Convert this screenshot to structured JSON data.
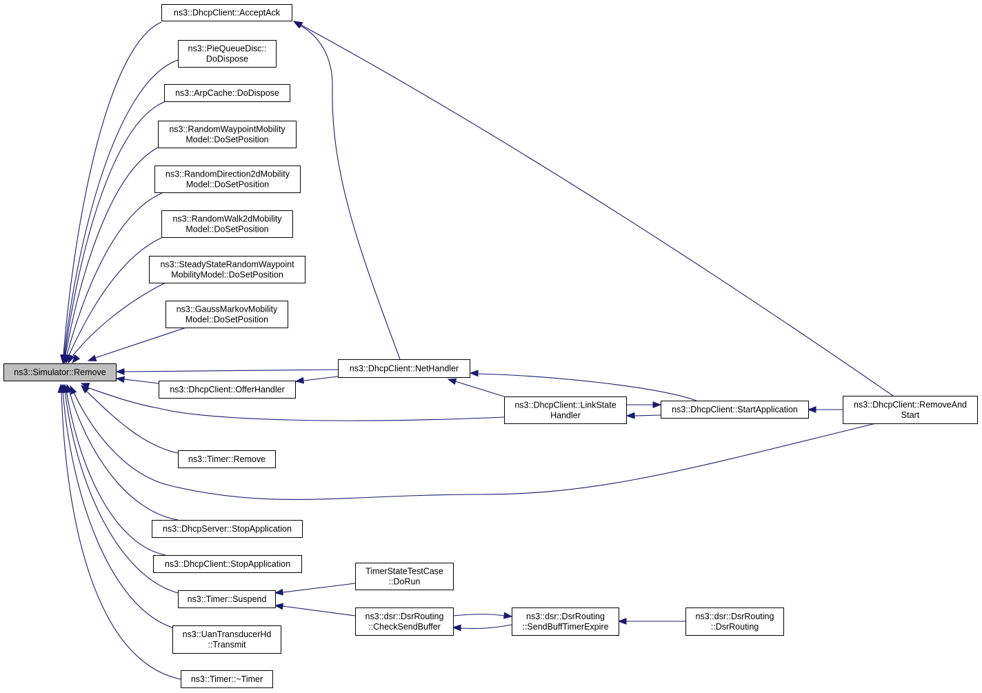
{
  "graph": {
    "nodes": {
      "root": [
        "ns3::Simulator::Remove"
      ],
      "accept_ack": [
        "ns3::DhcpClient::AcceptAck"
      ],
      "pie_dispose": [
        "ns3::PieQueueDisc::",
        "DoDispose"
      ],
      "arp_dispose": [
        "ns3::ArpCache::DoDispose"
      ],
      "rwp_setpos": [
        "ns3::RandomWaypointMobility",
        "Model::DoSetPosition"
      ],
      "rd2d_setpos": [
        "ns3::RandomDirection2dMobility",
        "Model::DoSetPosition"
      ],
      "rw2d_setpos": [
        "ns3::RandomWalk2dMobility",
        "Model::DoSetPosition"
      ],
      "ssrwp_setpos": [
        "ns3::SteadyStateRandomWaypoint",
        "MobilityModel::DoSetPosition"
      ],
      "gm_setpos": [
        "ns3::GaussMarkovMobility",
        "Model::DoSetPosition"
      ],
      "net_handler": [
        "ns3::DhcpClient::NetHandler"
      ],
      "offer_handler": [
        "ns3::DhcpClient::OfferHandler"
      ],
      "link_state": [
        "ns3::DhcpClient::LinkState",
        "Handler"
      ],
      "start_app": [
        "ns3::DhcpClient::StartApplication"
      ],
      "remove_start": [
        "ns3::DhcpClient::RemoveAnd",
        "Start"
      ],
      "timer_remove": [
        "ns3::Timer::Remove"
      ],
      "server_stop": [
        "ns3::DhcpServer::StopApplication"
      ],
      "client_stop": [
        "ns3::DhcpClient::StopApplication"
      ],
      "timer_suspend": [
        "ns3::Timer::Suspend"
      ],
      "timer_test": [
        "TimerStateTestCase",
        "::DoRun"
      ],
      "check_send": [
        "ns3::dsr::DsrRouting",
        "::CheckSendBuffer"
      ],
      "send_buff": [
        "ns3::dsr::DsrRouting",
        "::SendBuffTimerExpire"
      ],
      "dsr_routing": [
        "ns3::dsr::DsrRouting",
        "::DsrRouting"
      ],
      "uan_transmit": [
        "ns3::UanTransducerHd",
        "::Transmit"
      ],
      "timer_dtor": [
        "ns3::Timer::~Timer"
      ]
    },
    "edges": [
      {
        "from": "accept_ack",
        "to": "root"
      },
      {
        "from": "pie_dispose",
        "to": "root"
      },
      {
        "from": "arp_dispose",
        "to": "root"
      },
      {
        "from": "rwp_setpos",
        "to": "root"
      },
      {
        "from": "rd2d_setpos",
        "to": "root"
      },
      {
        "from": "rw2d_setpos",
        "to": "root"
      },
      {
        "from": "ssrwp_setpos",
        "to": "root"
      },
      {
        "from": "gm_setpos",
        "to": "root"
      },
      {
        "from": "net_handler",
        "to": "root"
      },
      {
        "from": "offer_handler",
        "to": "root"
      },
      {
        "from": "link_state",
        "to": "root"
      },
      {
        "from": "timer_remove",
        "to": "root"
      },
      {
        "from": "remove_start",
        "to": "root"
      },
      {
        "from": "server_stop",
        "to": "root"
      },
      {
        "from": "client_stop",
        "to": "root"
      },
      {
        "from": "timer_suspend",
        "to": "root"
      },
      {
        "from": "uan_transmit",
        "to": "root"
      },
      {
        "from": "timer_dtor",
        "to": "root"
      },
      {
        "from": "net_handler",
        "to": "accept_ack"
      },
      {
        "from": "remove_start",
        "to": "accept_ack"
      },
      {
        "from": "net_handler",
        "to": "offer_handler"
      },
      {
        "from": "link_state",
        "to": "net_handler"
      },
      {
        "from": "start_app",
        "to": "net_handler"
      },
      {
        "from": "start_app",
        "to": "link_state"
      },
      {
        "from": "link_state",
        "to": "start_app"
      },
      {
        "from": "remove_start",
        "to": "start_app"
      },
      {
        "from": "timer_test",
        "to": "timer_suspend"
      },
      {
        "from": "check_send",
        "to": "timer_suspend"
      },
      {
        "from": "send_buff",
        "to": "check_send"
      },
      {
        "from": "check_send",
        "to": "send_buff"
      },
      {
        "from": "dsr_routing",
        "to": "send_buff"
      }
    ]
  }
}
